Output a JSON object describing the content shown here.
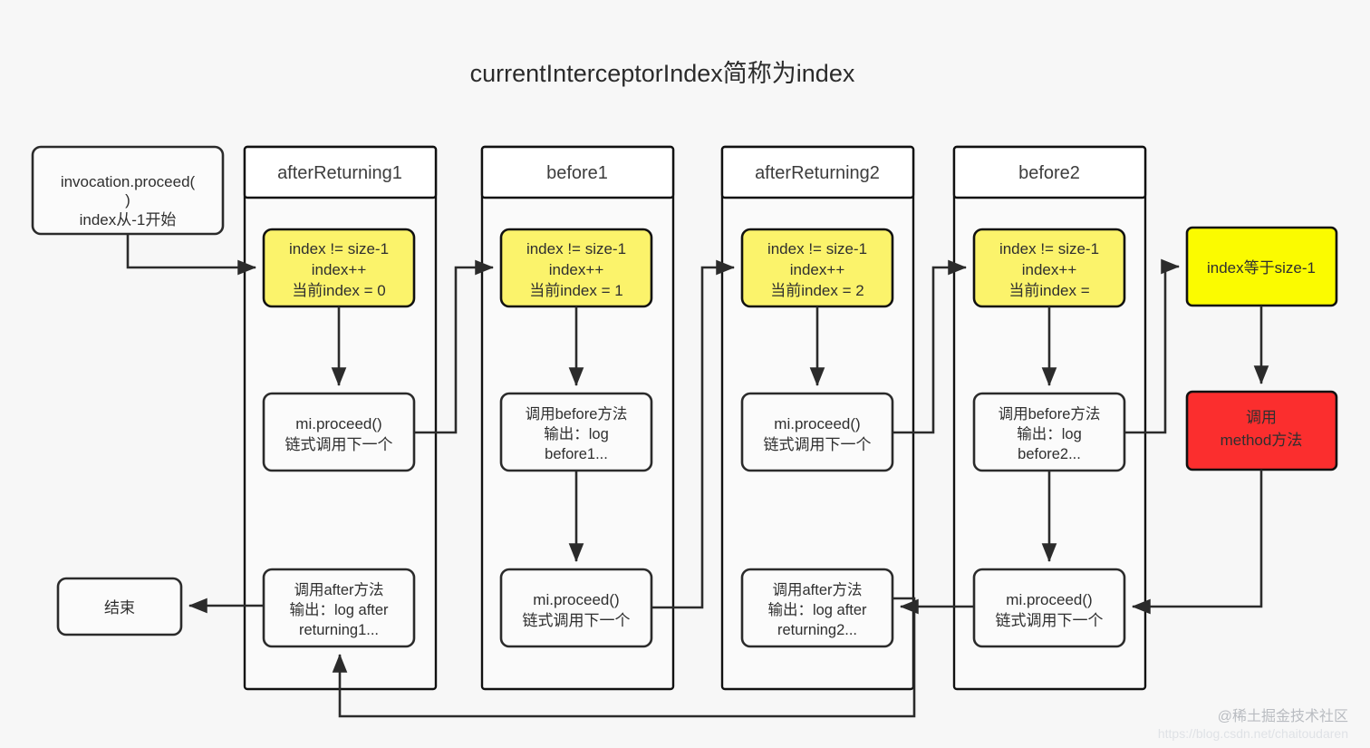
{
  "title": "currentInterceptorIndex简称为index",
  "start_node": {
    "lines": [
      "invocation.proceed(",
      ")",
      "index从-1开始"
    ]
  },
  "end_node": {
    "lines": [
      "结束"
    ]
  },
  "lanes": [
    {
      "header": "afterReturning1",
      "nodes": [
        {
          "name": "check",
          "style": "yellow-soft",
          "lines": [
            "index != size-1",
            "index++",
            "当前index = 0"
          ]
        },
        {
          "name": "proceed",
          "style": "plain",
          "lines": [
            "mi.proceed()",
            "链式调用下一个"
          ]
        },
        {
          "name": "after",
          "style": "plain",
          "lines": [
            "调用after方法",
            "输出：log after",
            "returning1..."
          ]
        }
      ]
    },
    {
      "header": "before1",
      "nodes": [
        {
          "name": "check",
          "style": "yellow-soft",
          "lines": [
            "index != size-1",
            "index++",
            "当前index = 1"
          ]
        },
        {
          "name": "before",
          "style": "plain",
          "lines": [
            "调用before方法",
            "输出：log",
            "before1..."
          ]
        },
        {
          "name": "proceed",
          "style": "plain",
          "lines": [
            "mi.proceed()",
            "链式调用下一个"
          ]
        }
      ]
    },
    {
      "header": "afterReturning2",
      "nodes": [
        {
          "name": "check",
          "style": "yellow-soft",
          "lines": [
            "index != size-1",
            "index++",
            "当前index = 2"
          ]
        },
        {
          "name": "proceed",
          "style": "plain",
          "lines": [
            "mi.proceed()",
            "链式调用下一个"
          ]
        },
        {
          "name": "after",
          "style": "plain",
          "lines": [
            "调用after方法",
            "输出：log after",
            "returning2..."
          ]
        }
      ]
    },
    {
      "header": "before2",
      "nodes": [
        {
          "name": "check",
          "style": "yellow-soft",
          "lines": [
            "index != size-1",
            "index++",
            "当前index ="
          ]
        },
        {
          "name": "before",
          "style": "plain",
          "lines": [
            "调用before方法",
            "输出：log",
            "before2..."
          ]
        },
        {
          "name": "proceed",
          "style": "plain",
          "lines": [
            "mi.proceed()",
            "链式调用下一个"
          ]
        }
      ]
    }
  ],
  "terminal_nodes": [
    {
      "name": "index-equals",
      "style": "yellow-strong",
      "lines": [
        "index等于size-1"
      ]
    },
    {
      "name": "invoke-method",
      "style": "red",
      "lines": [
        "调用",
        "method方法"
      ]
    }
  ],
  "watermark": {
    "main": "@稀土掘金技术社区",
    "sub": "https://blog.csdn.net/chaitoudaren"
  },
  "colors": {
    "background": "#f7f7f7",
    "stroke": "#2b2b2b",
    "yellow_soft": "#fbf36b",
    "yellow_strong": "#fbfb00",
    "red": "#fb2e2e",
    "lane_fill": "#fafafa",
    "node_fill": "#fbfbfb"
  }
}
